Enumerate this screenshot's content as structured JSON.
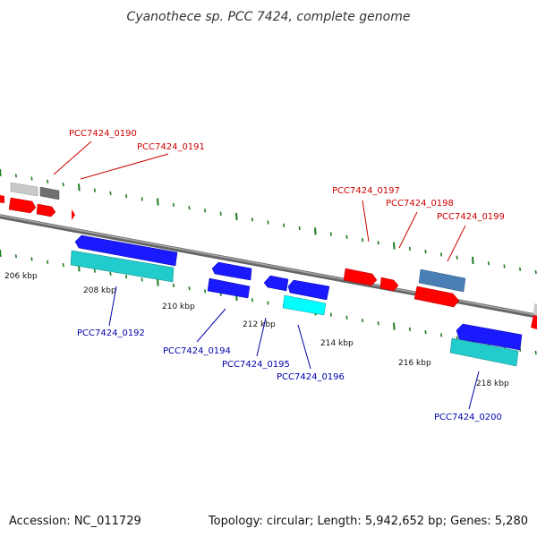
{
  "title": "Cyanothece sp. PCC 7424, complete genome",
  "footer": {
    "accession": "Accession: NC_011729",
    "summary": "Topology: circular; Length: 5,942,652 bp; Genes: 5,280"
  },
  "colors": {
    "backbone": "#888888",
    "tick": "#1e7d1e",
    "forward_label": "#cc0000",
    "reverse_label": "#0000aa",
    "gene_red": "#ff0000",
    "gene_blue": "#1a1aff",
    "gene_cyan": "#22cccc",
    "gene_bright_cyan": "#00ffff",
    "gene_steel": "#4a7fb5",
    "gene_light_gray": "#c8c8c8",
    "gene_dark_gray": "#707070"
  },
  "kbp_labels": [
    "206 kbp",
    "208 kbp",
    "210 kbp",
    "212 kbp",
    "214 kbp",
    "216 kbp",
    "218 kbp"
  ],
  "genes": [
    {
      "name": "PCC7424_0190",
      "strand": "forward",
      "color": "gene_light_gray"
    },
    {
      "name": "PCC7424_0191",
      "strand": "forward",
      "color": "gene_dark_gray"
    },
    {
      "name": "PCC7424_0192",
      "strand": "reverse",
      "color": "gene_blue"
    },
    {
      "name": "PCC7424_0194",
      "strand": "reverse",
      "color": "gene_blue"
    },
    {
      "name": "PCC7424_0195",
      "strand": "reverse",
      "color": "gene_blue"
    },
    {
      "name": "PCC7424_0196",
      "strand": "reverse",
      "color": "gene_bright_cyan"
    },
    {
      "name": "PCC7424_0197",
      "strand": "forward",
      "color": "gene_red"
    },
    {
      "name": "PCC7424_0198",
      "strand": "forward",
      "color": "gene_red"
    },
    {
      "name": "PCC7424_0199",
      "strand": "forward",
      "color": "gene_steel"
    },
    {
      "name": "PCC7424_0200",
      "strand": "reverse",
      "color": "gene_blue"
    }
  ]
}
